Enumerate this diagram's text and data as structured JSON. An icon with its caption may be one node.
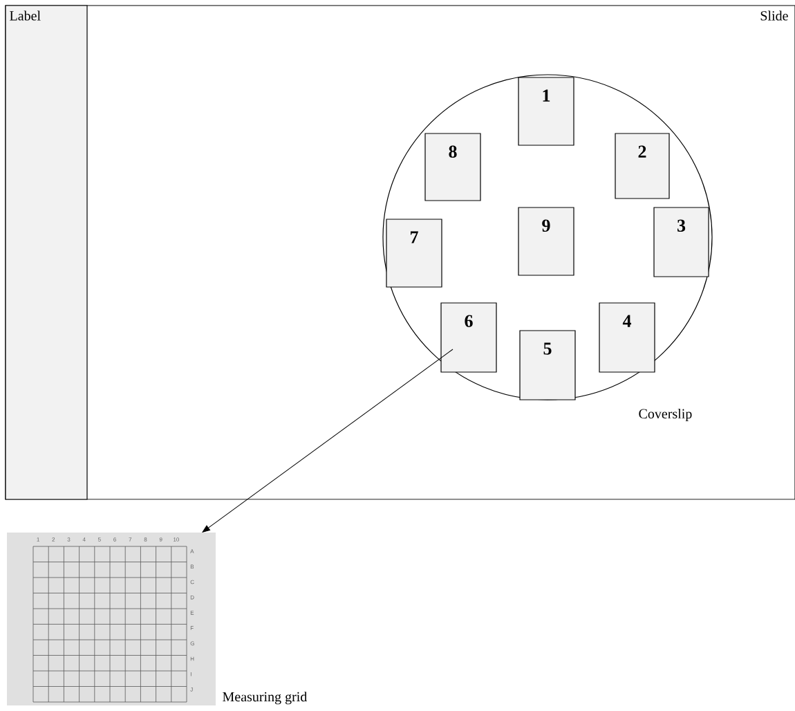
{
  "diagram": {
    "nodes": [
      {
        "text": [
          "Slide"
        ]
      },
      {
        "text": [
          "Label"
        ],
        "in": 0
      },
      {
        "text": [],
        "shape": "circle",
        "in": 0,
        "beside": [
          "Coverslip"
        ]
      },
      {
        "text": [
          "1"
        ],
        "in": 2
      },
      {
        "text": [
          "2"
        ],
        "in": 2
      },
      {
        "text": [
          "3"
        ],
        "in": 2
      },
      {
        "text": [
          "4"
        ],
        "in": 2
      },
      {
        "text": [
          "5"
        ],
        "in": 2
      },
      {
        "text": [
          "6"
        ],
        "in": 2
      },
      {
        "text": [
          "7"
        ],
        "in": 2
      },
      {
        "text": [
          "8"
        ],
        "in": 2
      },
      {
        "text": [
          "9"
        ],
        "in": 2
      },
      {
        "text": [
          "1",
          "2",
          "3",
          "4",
          "5",
          "6",
          "7",
          "8",
          "9",
          "10",
          "A",
          "B",
          "C",
          "D",
          "E",
          "F",
          "G",
          "H",
          "I",
          "J"
        ],
        "beside": [
          "Measuring grid"
        ]
      }
    ],
    "edges": [
      {
        "from": 8,
        "to": 12,
        "arrow": "to"
      }
    ]
  }
}
